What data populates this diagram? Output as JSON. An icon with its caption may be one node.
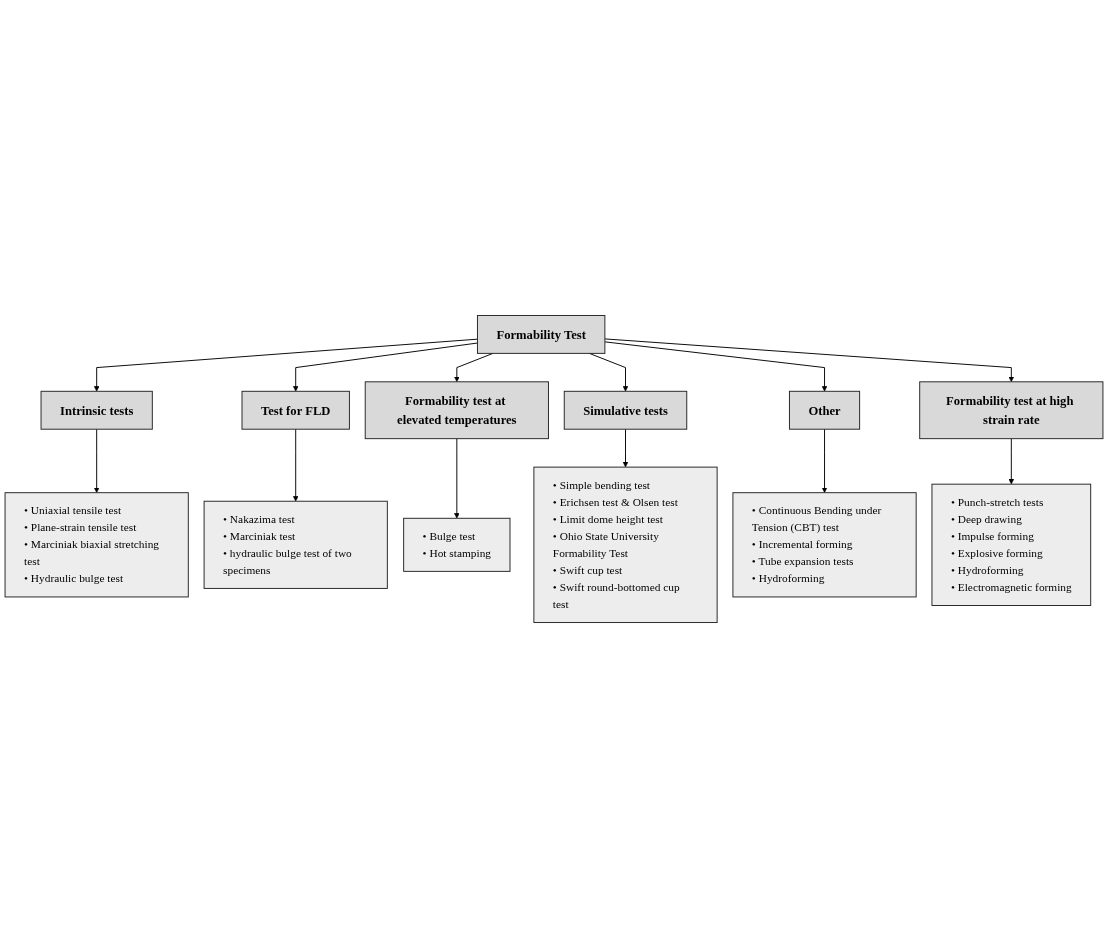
{
  "diagram": {
    "nodes": [
      {
        "text": [
          "Formability Test"
        ]
      },
      {
        "text": [
          "Intrinsic tests"
        ]
      },
      {
        "text": [
          "• Uniaxial tensile test",
          "• Plane-strain tensile test",
          "• Marciniak biaxial stretching test",
          "• Hydraulic bulge test"
        ]
      },
      {
        "text": [
          "Test for FLD"
        ]
      },
      {
        "text": [
          "• Nakazima test",
          "• Marciniak test",
          "• hydraulic bulge test of two specimens"
        ]
      },
      {
        "text": [
          "Formability test at elevated temperatures"
        ]
      },
      {
        "text": [
          "• Bulge test",
          "• Hot stamping"
        ]
      },
      {
        "text": [
          "Simulative tests"
        ]
      },
      {
        "text": [
          "• Simple bending test",
          "• Erichsen test & Olsen test",
          "• Limit dome height test",
          "• Ohio State University Formability Test",
          "• Swift cup test",
          "• Swift round-bottomed cup test"
        ]
      },
      {
        "text": [
          "Other"
        ]
      },
      {
        "text": [
          "• Continuous Bending under Tension (CBT) test",
          "• Incremental forming",
          "• Tube expansion tests",
          "• Hydroforming"
        ]
      },
      {
        "text": [
          "Formability test at high strain rate"
        ]
      },
      {
        "text": [
          "• Punch-stretch tests",
          "• Deep drawing",
          "• Impulse forming",
          "• Explosive forming",
          "• Hydroforming",
          "• Electromagnetic forming"
        ]
      }
    ],
    "edges": [
      {
        "from": 0,
        "to": 1,
        "arrow": "to"
      },
      {
        "from": 0,
        "to": 3,
        "arrow": "to"
      },
      {
        "from": 0,
        "to": 5,
        "arrow": "to"
      },
      {
        "from": 0,
        "to": 7,
        "arrow": "to"
      },
      {
        "from": 0,
        "to": 9,
        "arrow": "to"
      },
      {
        "from": 0,
        "to": 11,
        "arrow": "to"
      },
      {
        "from": 1,
        "to": 2,
        "arrow": "to"
      },
      {
        "from": 3,
        "to": 4,
        "arrow": "to"
      },
      {
        "from": 5,
        "to": 6,
        "arrow": "to"
      },
      {
        "from": 7,
        "to": 8,
        "arrow": "to"
      },
      {
        "from": 9,
        "to": 10,
        "arrow": "to"
      },
      {
        "from": 11,
        "to": 12,
        "arrow": "to"
      }
    ]
  }
}
